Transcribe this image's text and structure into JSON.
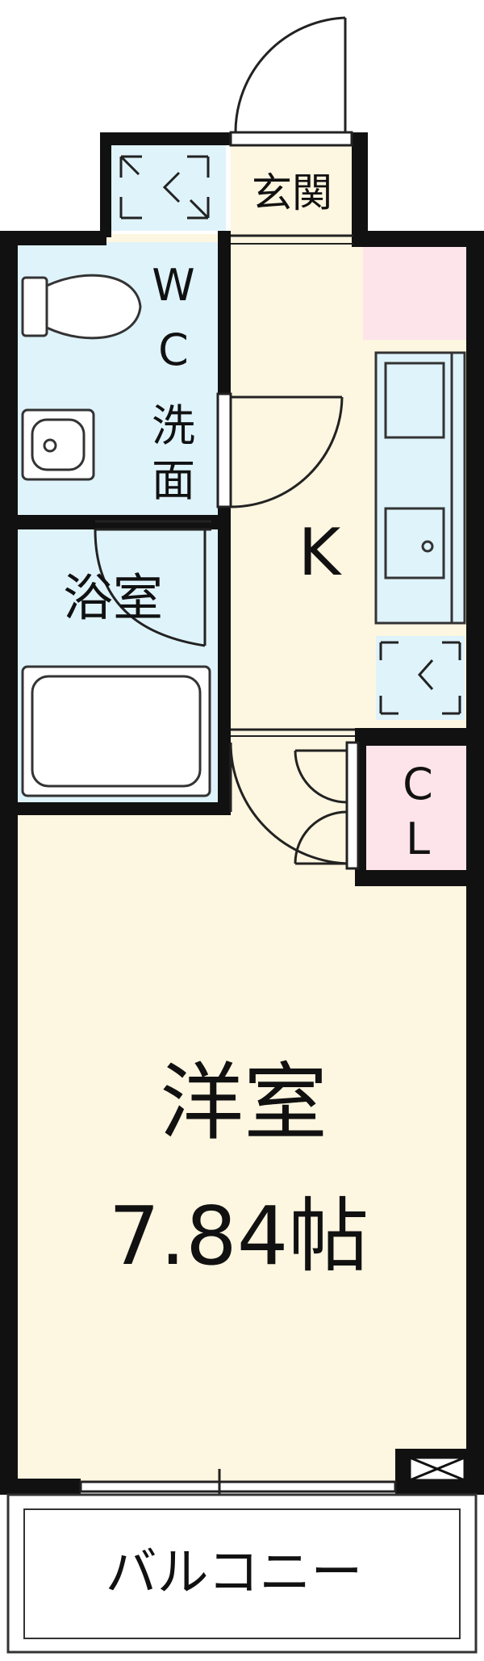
{
  "labels": {
    "entrance": "玄関",
    "wc_w": "W",
    "wc_c": "C",
    "wash_1": "洗",
    "wash_2": "面",
    "bath": "浴室",
    "kitchen": "K",
    "closet_c": "C",
    "closet_l": "L",
    "room": "洋室",
    "room_size": "7.84帖",
    "balcony": "バルコニー"
  },
  "colors": {
    "wall": "#111111",
    "floor": "#fdf6e0",
    "wet_area": "#dff3fb",
    "pink": "#fde4ea",
    "line": "#222222",
    "fixture": "#333333"
  }
}
